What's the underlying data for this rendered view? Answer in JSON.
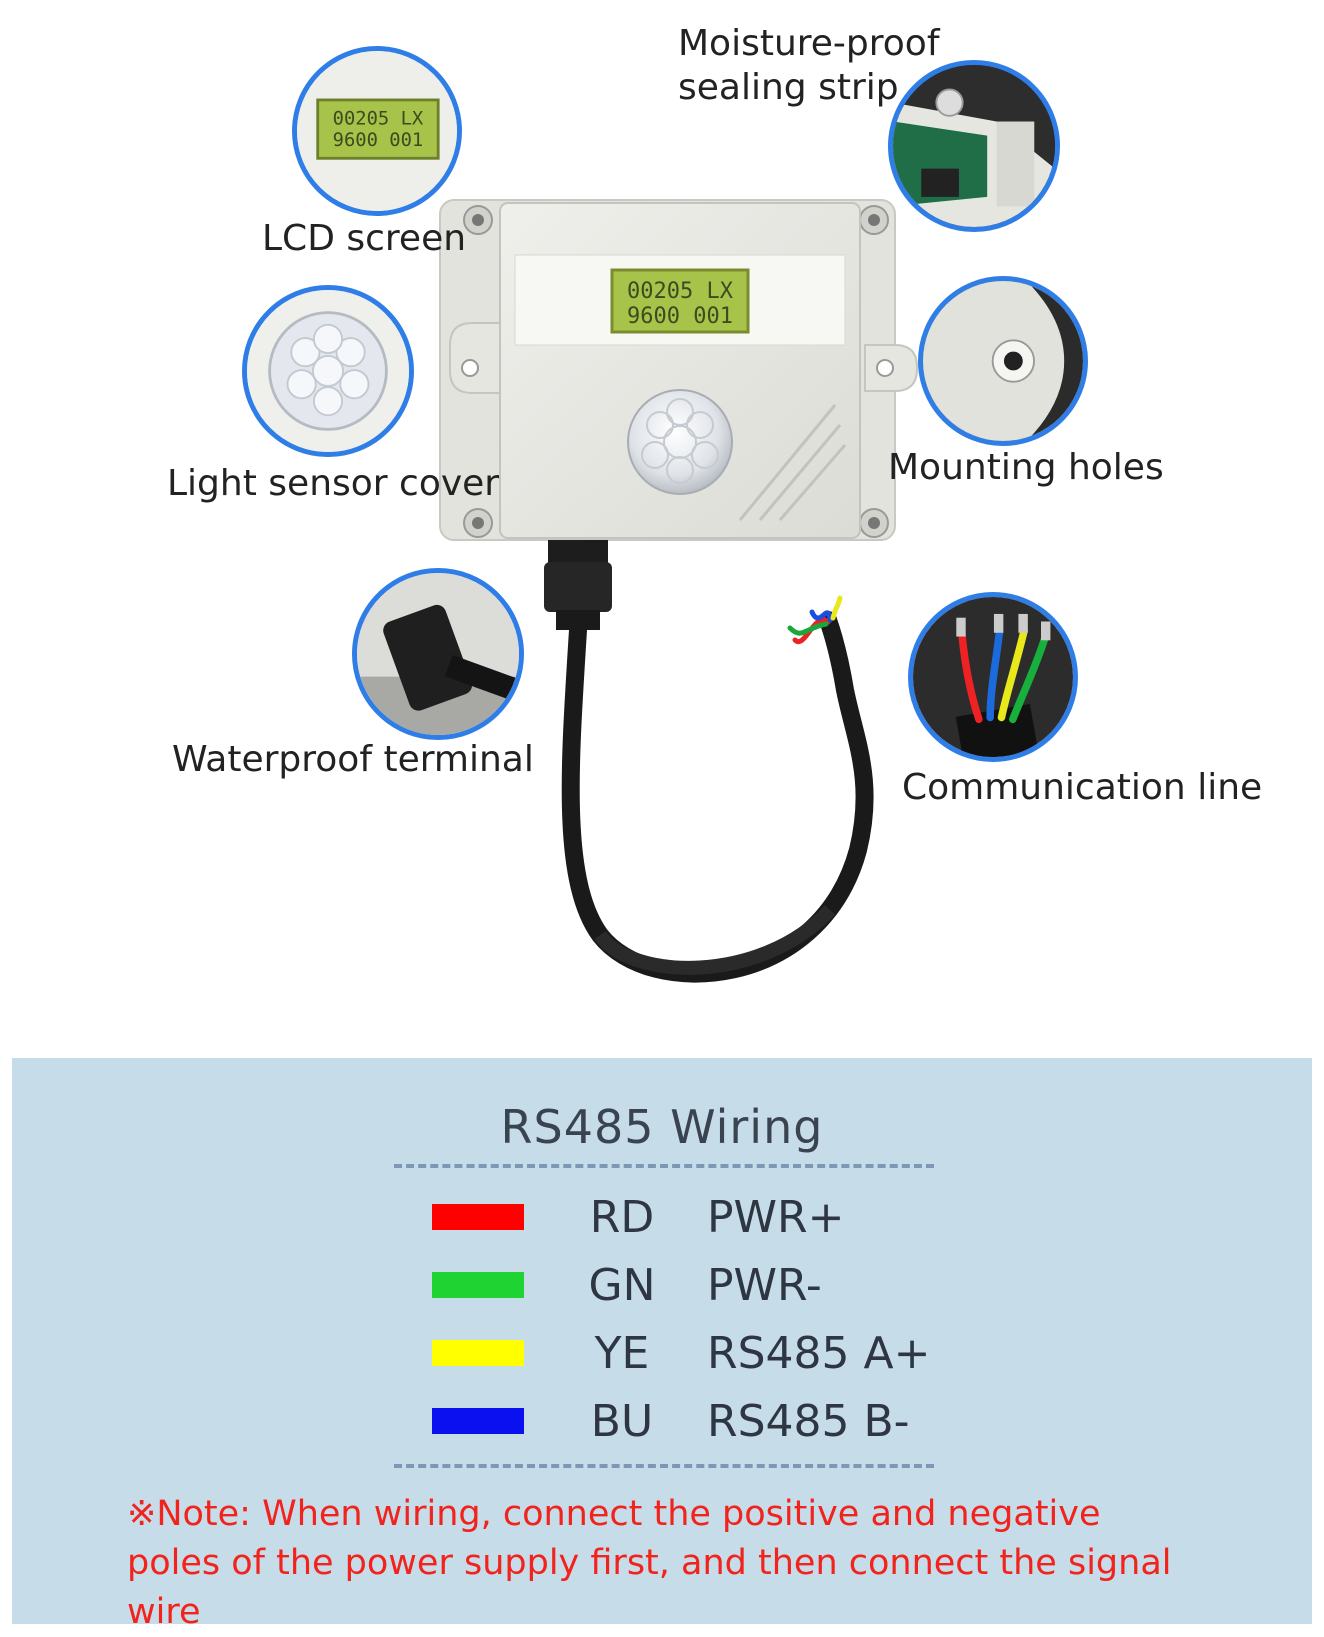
{
  "device": {
    "lcd_line1": "00205 LX",
    "lcd_line2": "9600 001"
  },
  "callouts": {
    "lcd": {
      "label": "LCD screen",
      "line1": "00205 LX",
      "line2": "9600 001"
    },
    "sealing": {
      "label_line1": "Moisture-proof",
      "label_line2": "sealing strip"
    },
    "sensor": {
      "label": "Light sensor cover"
    },
    "mounting": {
      "label": "Mounting holes"
    },
    "terminal": {
      "label": "Waterproof terminal"
    },
    "comm": {
      "label": "Communication line"
    }
  },
  "wiring": {
    "title": "RS485 Wiring",
    "rows": [
      {
        "color": "#ff0000",
        "code": "RD",
        "function": "PWR+"
      },
      {
        "color": "#1ed332",
        "code": "GN",
        "function": "PWR-"
      },
      {
        "color": "#ffff00",
        "code": "YE",
        "function": "RS485 A+"
      },
      {
        "color": "#0a10f0",
        "code": "BU",
        "function": "RS485 B-"
      }
    ],
    "note_line1": "※Note: When wiring, connect the positive and negative",
    "note_line2": "poles of the power supply first, and then connect the signal wire"
  }
}
